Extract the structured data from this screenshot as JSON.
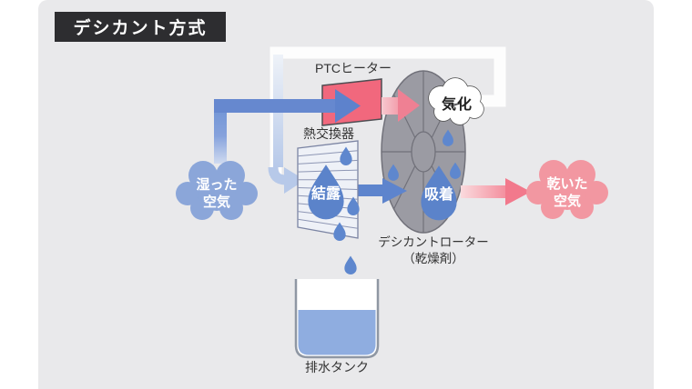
{
  "title": "デシカント方式",
  "diagram": {
    "ptc_heater_label": "PTCヒーター",
    "heat_exchanger_label": "熱交換器",
    "vaporization_label": "気化",
    "condensation_label": "結露",
    "adsorption_label": "吸着",
    "rotor_label_line1": "デシカントローター",
    "rotor_label_line2": "（乾燥剤）",
    "drain_tank_label": "排水タンク",
    "humid_air_line1": "湿った",
    "humid_air_line2": "空気",
    "dry_air_line1": "乾いた",
    "dry_air_line2": "空気"
  },
  "colors": {
    "panel_background": "#e9e9eb",
    "title_background": "#2d2d30",
    "humid_air_blue": "#8ba6d9",
    "flow_blue": "#6688cf",
    "duct_flow_light_blue": "#b7c9e9",
    "heater_pink": "#f1687d",
    "dry_air_pink": "#f297a1",
    "arrow_pink": "#f2798c",
    "rotor_gray": "#9b9ba3",
    "rotor_line_gray": "#71717a",
    "droplet_blue": "#5b83ca",
    "water_blue": "#8fade0",
    "duct_white": "#fdfdfd"
  }
}
